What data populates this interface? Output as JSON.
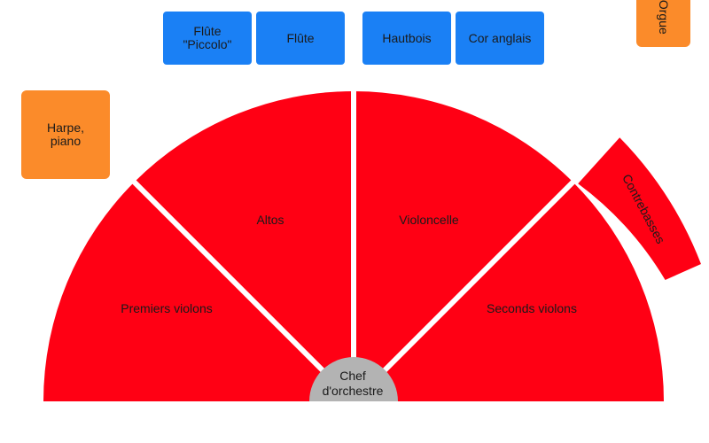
{
  "colors": {
    "strings": "#ff0014",
    "woodwinds": "#1a80f5",
    "other": "#fb8b2a",
    "conductor": "#b3b3b3"
  },
  "woodwinds": {
    "piccolo_line1": "Flûte",
    "piccolo_line2": "\"Piccolo\"",
    "flute": "Flûte",
    "hautbois": "Hautbois",
    "cor_anglais": "Cor anglais"
  },
  "harpe": {
    "line1": "Harpe,",
    "line2": "piano"
  },
  "orgue": "Orgue",
  "strings": {
    "premiers_violons": "Premiers violons",
    "altos": "Altos",
    "violoncelle": "Violoncelle",
    "seconds_violons": "Seconds violons",
    "contrebasses": "Contrebasses"
  },
  "conductor": {
    "line1": "Chef",
    "line2": "d'orchestre"
  }
}
